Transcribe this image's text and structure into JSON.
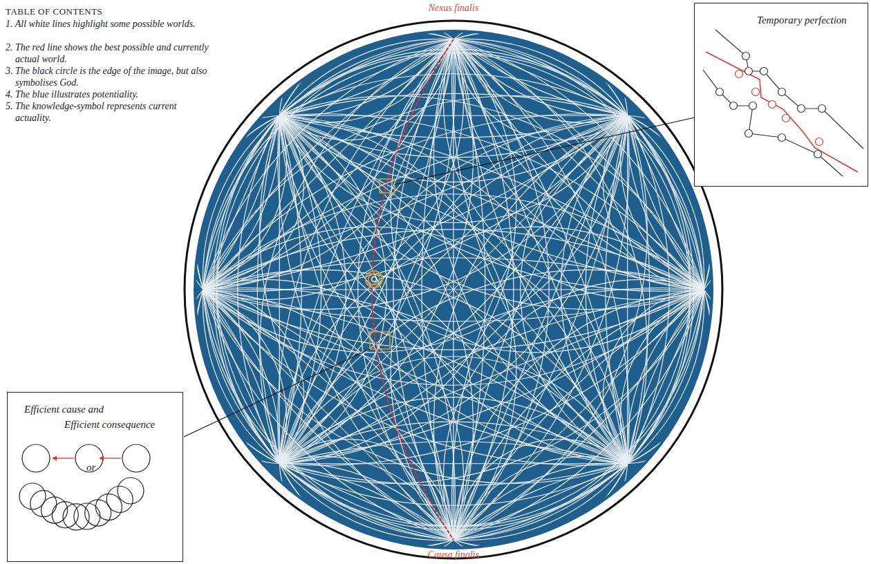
{
  "diagram": {
    "title": "TABLE OF CONTENTS",
    "nodes": [
      {
        "text": [
          "Temporary perfection"
        ]
      },
      {
        "text": [
          "Efficient cause and",
          "Efficient consequence",
          "or"
        ]
      }
    ],
    "labels": [
      "1. All white lines highlight some possible worlds.",
      "2. The red line shows the best possible and currently actual world.",
      "3. The black circle is the edge of the image, but also symbolises God.",
      "4. The blue illustrates potentiality.",
      "5. The knowledge-symbol represents current actuality.",
      "Nexus finalis",
      "Causa finalis"
    ]
  }
}
